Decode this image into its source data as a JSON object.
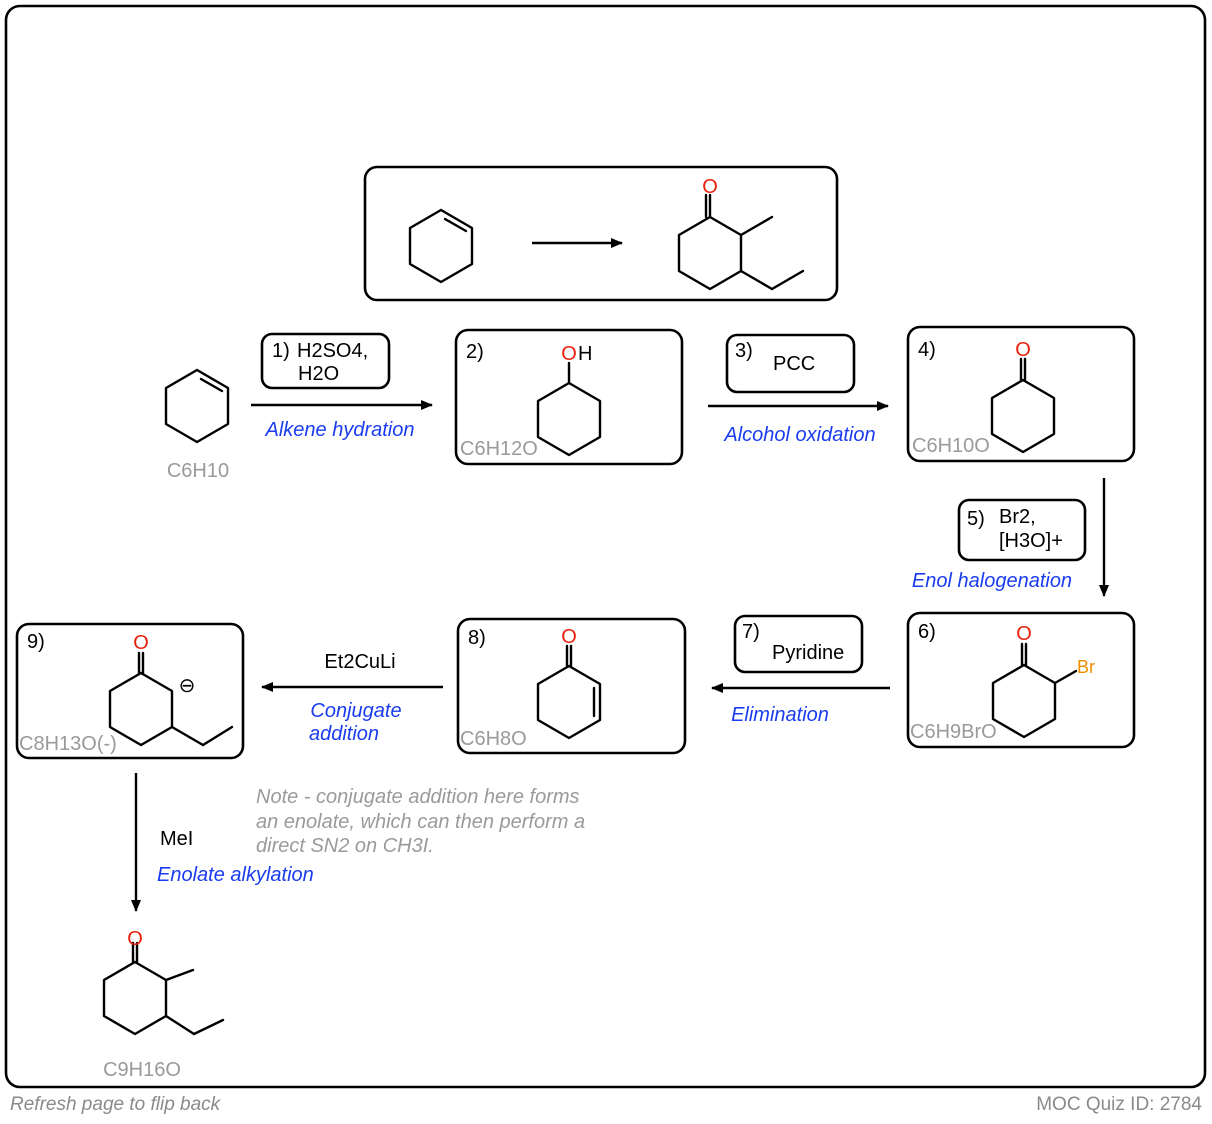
{
  "colors": {
    "oxygen": "#e8200c",
    "sulfur": "#f08c00",
    "bromine": "#f08c00",
    "iodine": "#e8199a",
    "reaction_label": "#1a3cf0",
    "formula": "#9a9a9a",
    "note": "#9a9a9a"
  },
  "steps": {
    "s1": {
      "num": "1)",
      "reagent_sulfuric": "H2SO4,",
      "reagent_water": "H2O",
      "name": "Alkene hydration"
    },
    "s2": {
      "num": "2)",
      "formula": "C6H12O"
    },
    "s3": {
      "num": "3)",
      "reagent": "PCC",
      "name": "Alcohol oxidation"
    },
    "s4": {
      "num": "4)",
      "formula": "C6H10O"
    },
    "s5": {
      "num": "5)",
      "reagent_bromine": "Br2,",
      "reagent_acid": "[H3O]+",
      "name": "Enol halogenation"
    },
    "s6": {
      "num": "6)",
      "formula": "C6H9BrO"
    },
    "s7": {
      "num": "7)",
      "reagent": "Pyridine",
      "name": "Elimination"
    },
    "s8": {
      "num": "8)",
      "formula": "C6H8O"
    },
    "s9": {
      "num": "9)",
      "formula": "C8H13O(-)",
      "charge": "⊖"
    },
    "conj": {
      "reagent": "Et2CuLi",
      "name_line1": "Conjugate",
      "name_line2": "addition"
    },
    "alk": {
      "reagent": "MeI",
      "name": "Enolate alkylation"
    }
  },
  "start_formula": "C6H10",
  "product_formula": "C9H16O",
  "atom_labels": {
    "oxygen": "O",
    "hydrogen": "H",
    "bromine": "Br"
  },
  "note_lines": [
    "Note - conjugate addition here forms",
    "an enolate, which can then perform a",
    "direct SN2 on CH3I."
  ],
  "footer": {
    "left": "Refresh page to flip back",
    "right": "MOC Quiz ID: 2784"
  }
}
